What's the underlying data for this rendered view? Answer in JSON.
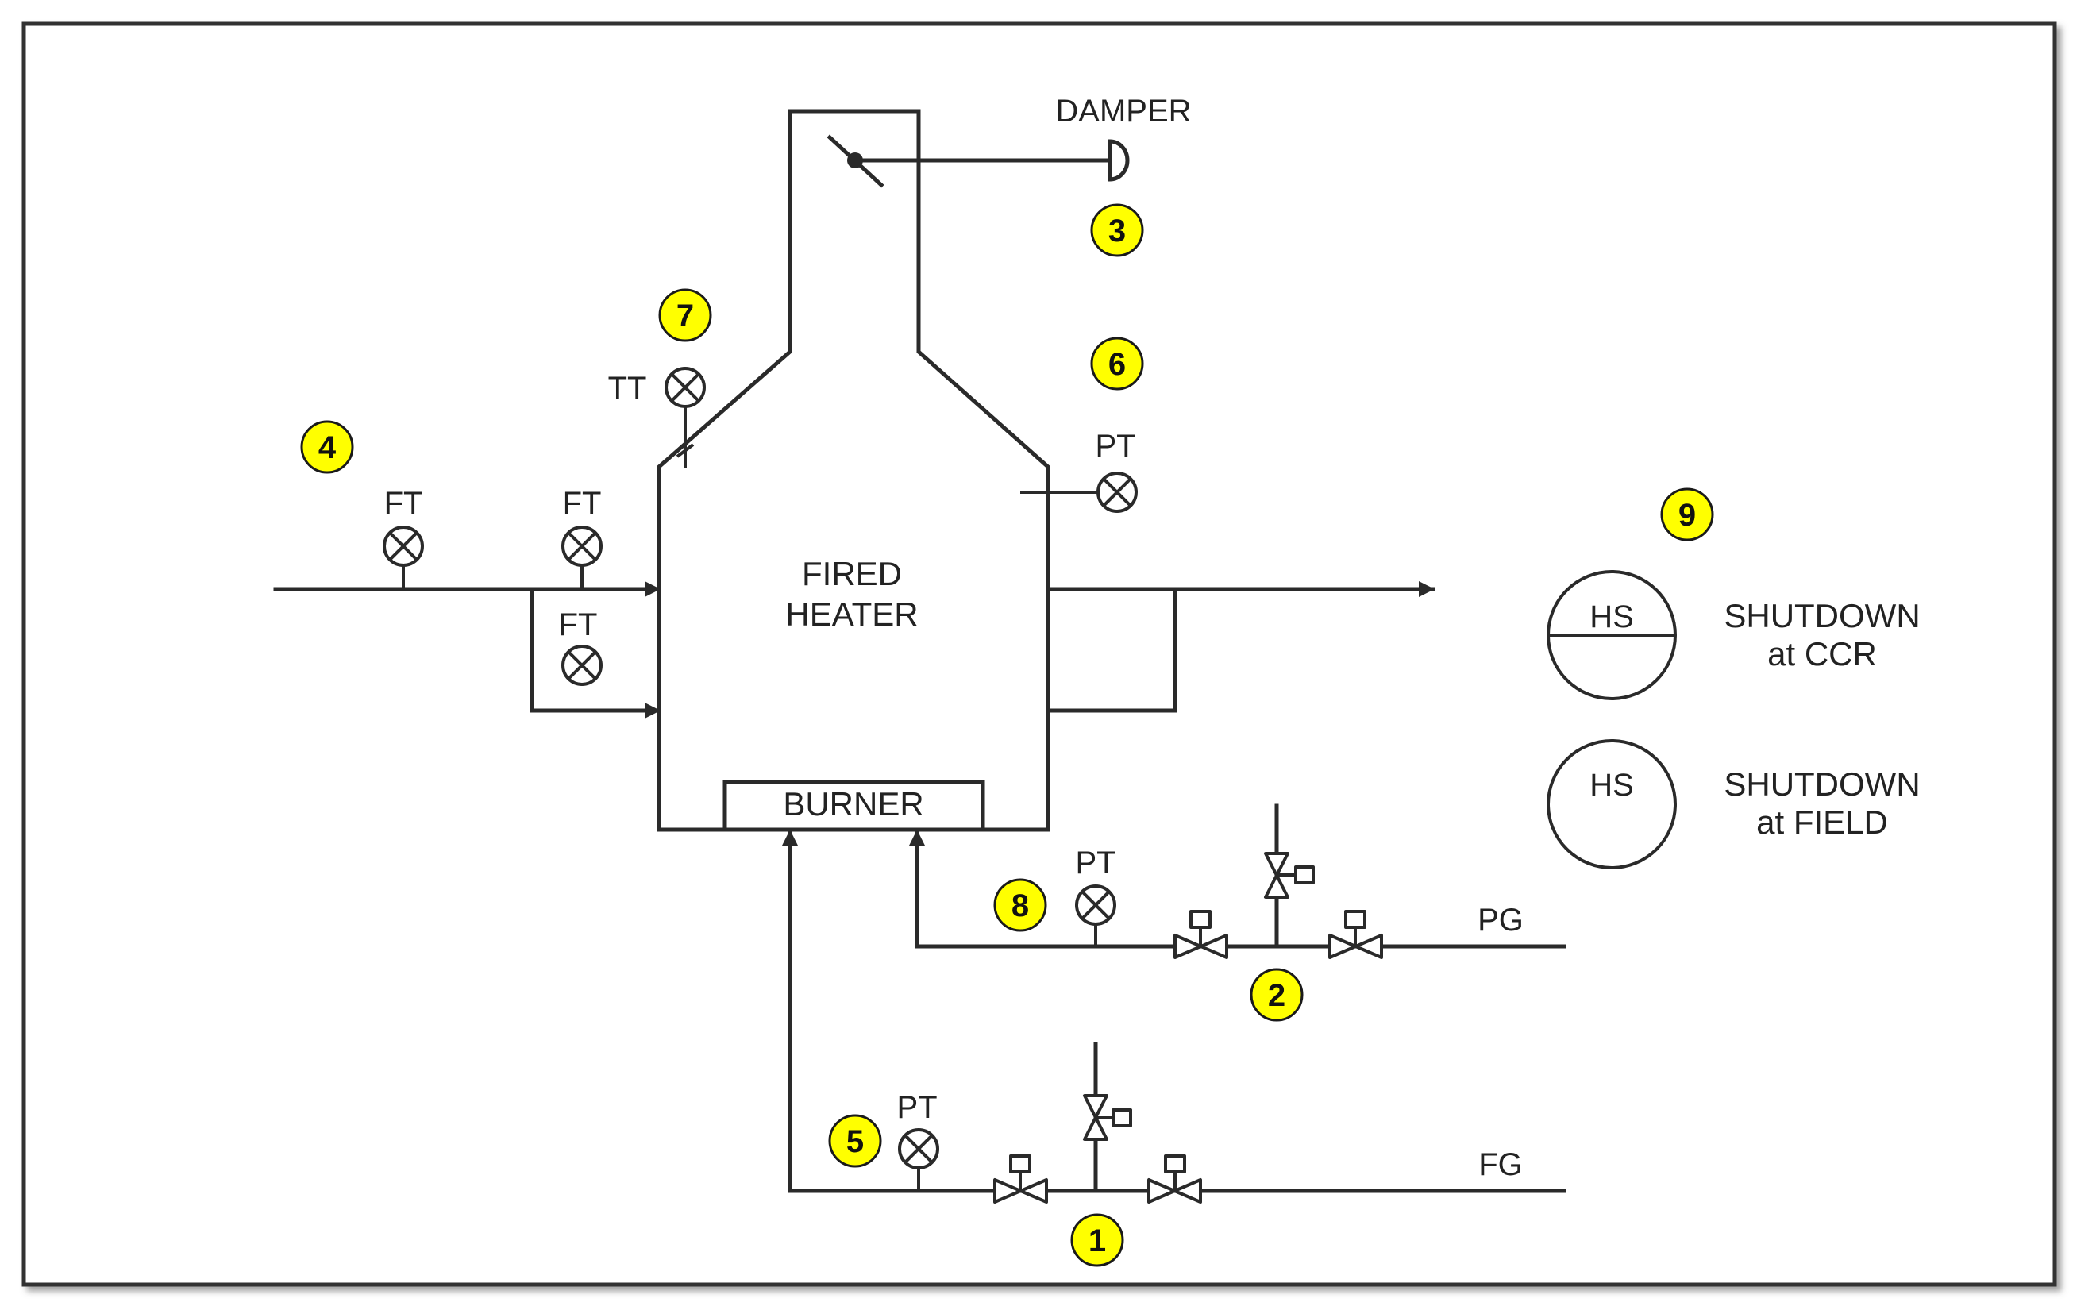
{
  "heater_label": {
    "line1": "FIRED",
    "line2": "HEATER"
  },
  "burner_label": "BURNER",
  "damper_label": "DAMPER",
  "instruments": {
    "ft_inlet_1": "FT",
    "ft_inlet_2": "FT",
    "ft_bypass": "FT",
    "tt_stack": "TT",
    "pt_heater": "PT",
    "pt_pilot_gas": "PT",
    "pt_fuel_gas": "PT"
  },
  "lines": {
    "pilot_gas": "PG",
    "fuel_gas": "FG"
  },
  "hand_switches": {
    "ccr": {
      "tag": "HS",
      "label_line1": "SHUTDOWN",
      "label_line2": "at CCR"
    },
    "field": {
      "tag": "HS",
      "label_line1": "SHUTDOWN",
      "label_line2": "at FIELD"
    }
  },
  "badges": {
    "b1": "1",
    "b2": "2",
    "b3": "3",
    "b4": "4",
    "b5": "5",
    "b6": "6",
    "b7": "7",
    "b8": "8",
    "b9": "9"
  },
  "colors": {
    "badge_fill": "#ffff00",
    "line": "#2a2a2a",
    "frame_border": "#333333"
  }
}
